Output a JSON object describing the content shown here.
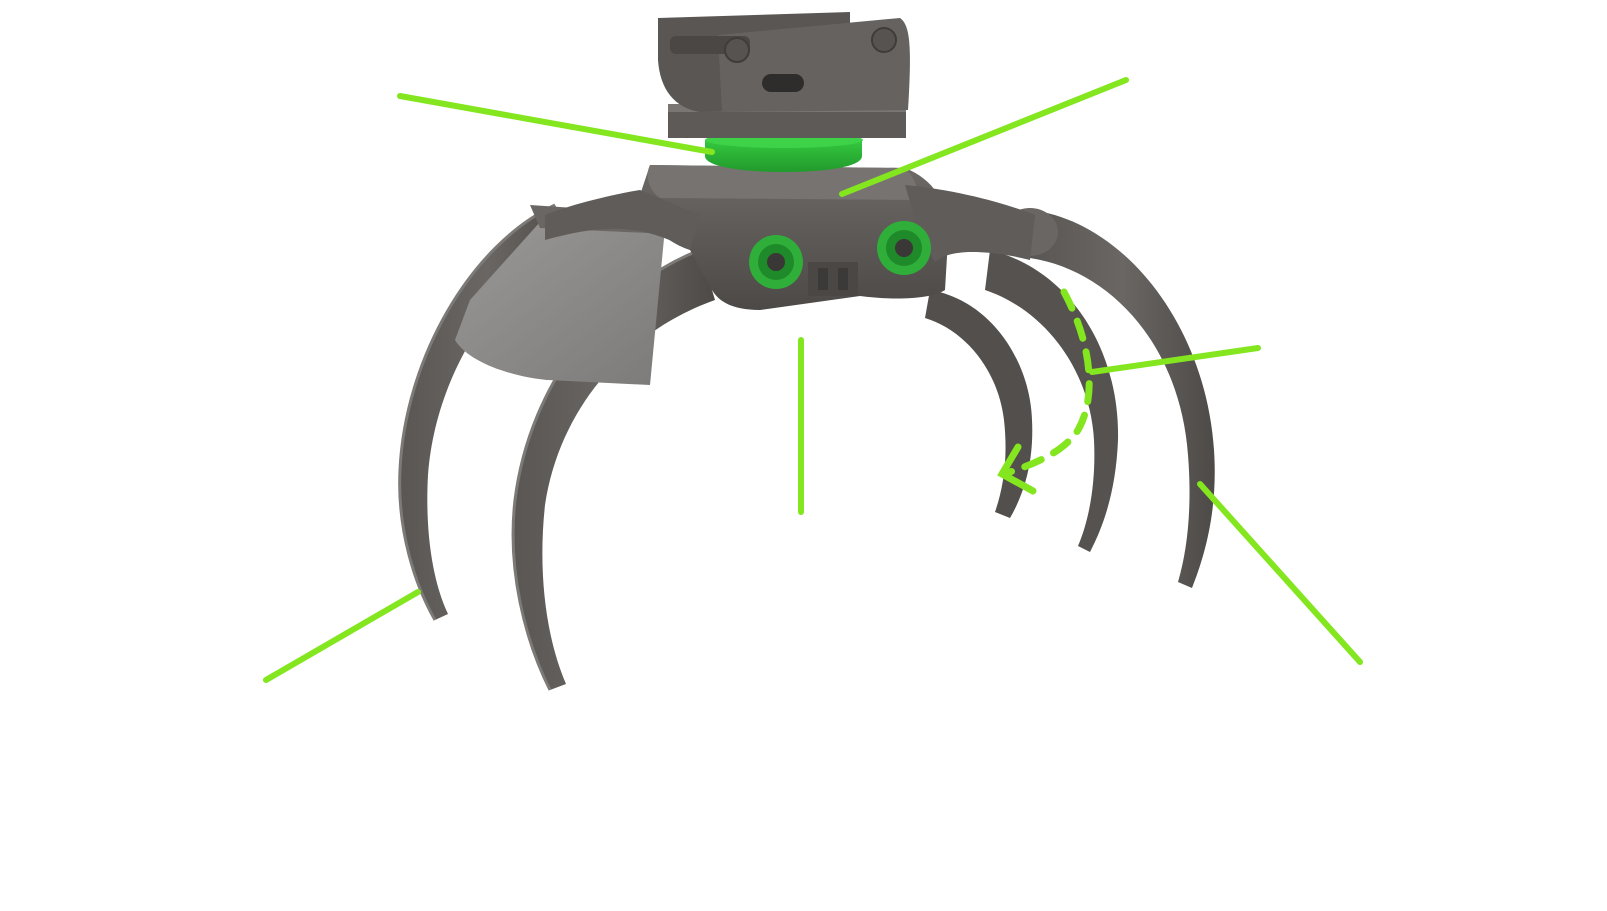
{
  "figure": {
    "subject": "log-grapple",
    "colors": {
      "background": "#ffffff",
      "body_dark": "#4f4c49",
      "body_mid": "#5f5b58",
      "body_light": "#7a7673",
      "plate": "#8e8c8a",
      "accent": "#83e61f",
      "rotator": "#2fbf3a",
      "rotator_dark": "#23932c",
      "pin_ring": "#2fae3a"
    },
    "icons": {
      "rotation_indicator": "curved-dashed-arrow-icon"
    },
    "leader_lines": [
      {
        "name": "leader-line-rotator",
        "target": "rotator-ring"
      },
      {
        "name": "leader-line-housing",
        "target": "main-housing"
      },
      {
        "name": "leader-line-left-tine",
        "target": "left-outer-tine"
      },
      {
        "name": "leader-line-center",
        "target": "grapple-center"
      },
      {
        "name": "leader-line-rotation",
        "target": "rotation-arrow"
      },
      {
        "name": "leader-line-right-tine",
        "target": "right-outer-tine"
      }
    ]
  }
}
